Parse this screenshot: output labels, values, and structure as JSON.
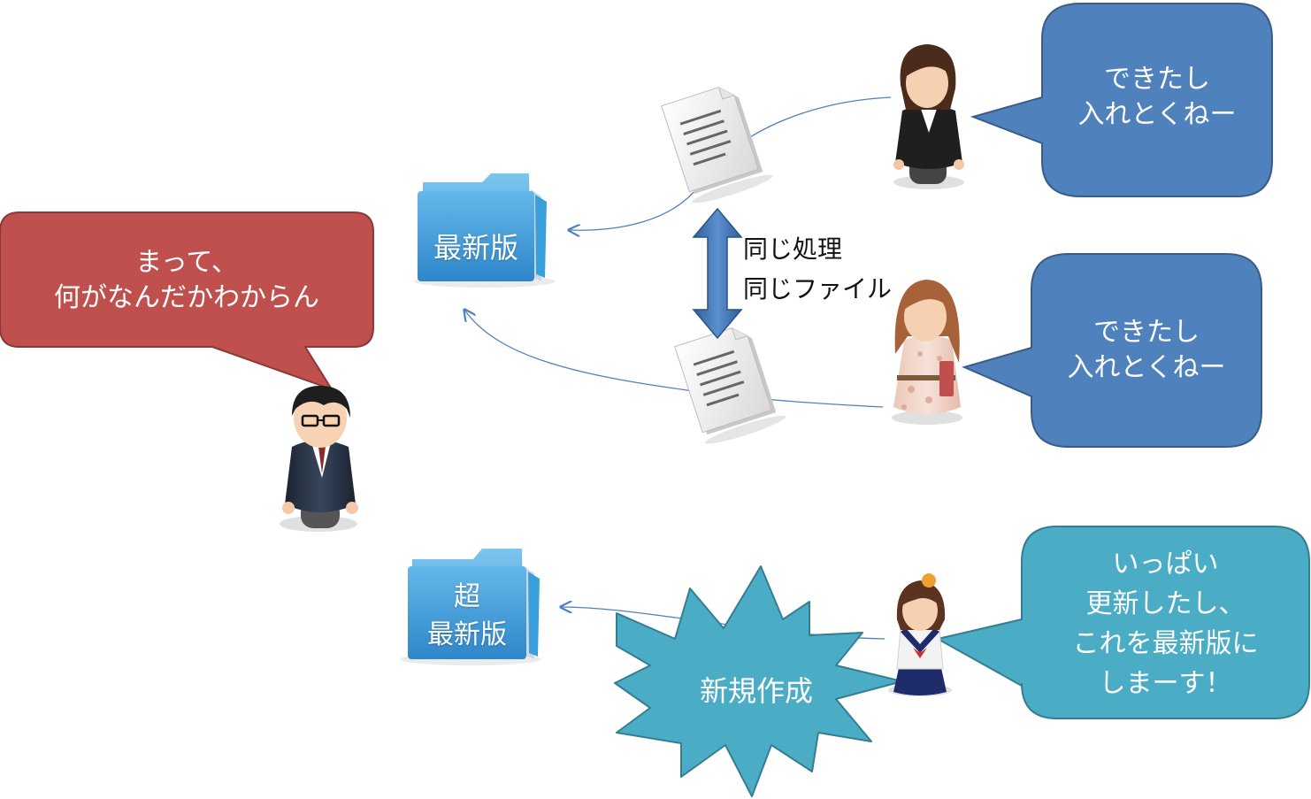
{
  "colors": {
    "red_bubble": "#c0504d",
    "blue_bubble": "#4f81bd",
    "teal_bubble": "#4bacc6",
    "folder": "#4aa6de",
    "arrow_line": "#4f81bd",
    "sync_arrow": "#3a6ea8"
  },
  "boss": {
    "icon": "businessman-glasses-icon",
    "bubble_lines": [
      "まって、",
      "何がなんだかわからん"
    ]
  },
  "folder_latest": {
    "icon": "folder-icon",
    "lines": [
      "最新版"
    ]
  },
  "folder_super_latest": {
    "icon": "folder-icon",
    "lines": [
      "超",
      "最新版"
    ]
  },
  "sync_note": {
    "lines": [
      "同じ処理",
      "同じファイル"
    ]
  },
  "worker_1": {
    "icon": "businesswoman-suit-icon",
    "document_icon": "document-icon",
    "bubble_lines": [
      "できたし",
      "入れとくねー"
    ]
  },
  "worker_2": {
    "icon": "woman-floral-dress-icon",
    "document_icon": "document-icon",
    "bubble_lines": [
      "できたし",
      "入れとくねー"
    ]
  },
  "worker_3": {
    "icon": "schoolgirl-uniform-icon",
    "bubble_lines": [
      "いっぱい",
      "更新したし、",
      "これを最新版に",
      "しまーす！"
    ]
  },
  "burst": {
    "lines": [
      "新規作成"
    ]
  }
}
